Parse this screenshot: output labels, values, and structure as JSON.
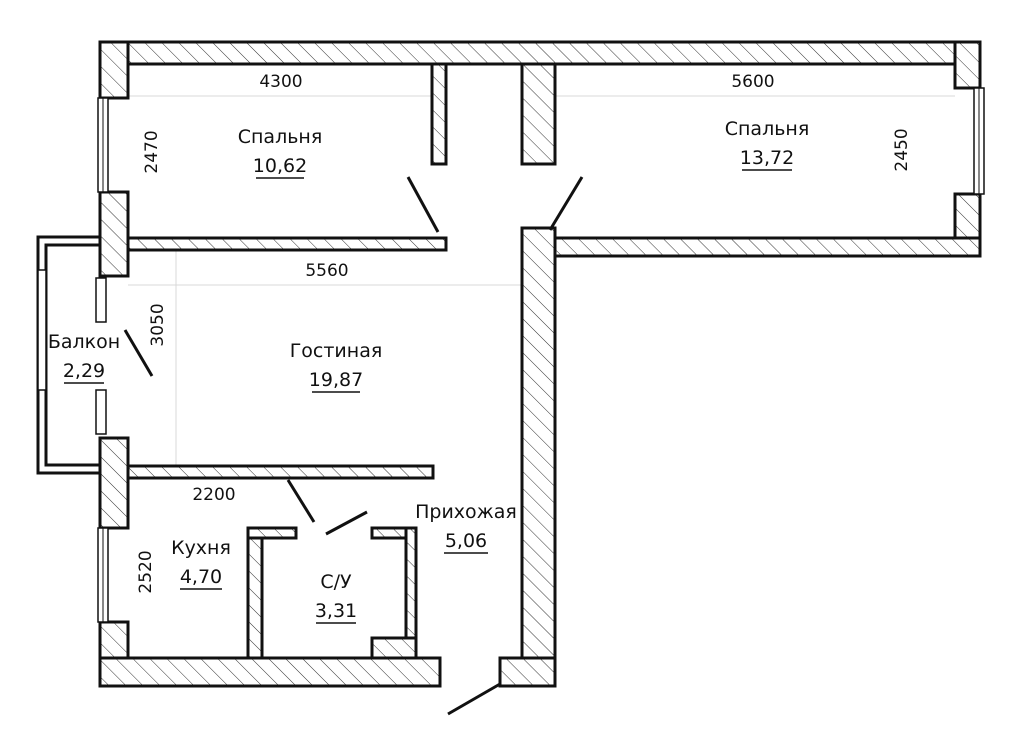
{
  "rooms": {
    "bedroom_1": {
      "name": "Спальня",
      "area": "10,62"
    },
    "bedroom_2": {
      "name": "Спальня",
      "area": "13,72"
    },
    "living": {
      "name": "Гостиная",
      "area": "19,87"
    },
    "balcony": {
      "name": "Балкон",
      "area": "2,29"
    },
    "hallway": {
      "name": "Прихожая",
      "area": "5,06"
    },
    "kitchen": {
      "name": "Кухня",
      "area": "4,70"
    },
    "bathroom": {
      "name": "С/У",
      "area": "3,31"
    }
  },
  "dimensions": {
    "bedroom_1_width": "4300",
    "bedroom_1_depth": "2470",
    "bedroom_2_width": "5600",
    "bedroom_2_depth": "2450",
    "living_width": "5560",
    "living_depth": "3050",
    "kitchen_width": "2200",
    "kitchen_depth": "2520"
  }
}
